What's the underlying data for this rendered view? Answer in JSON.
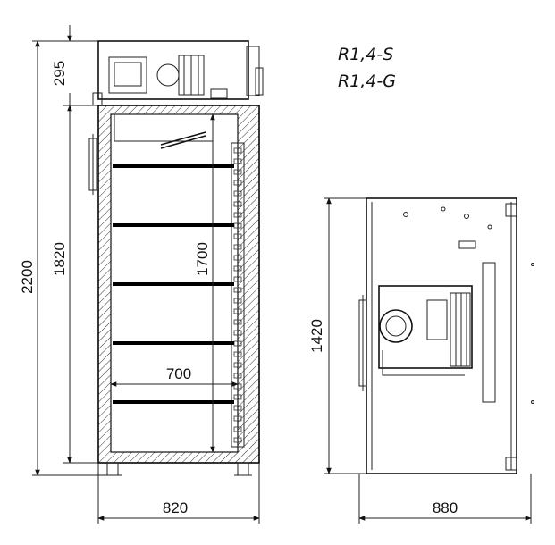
{
  "models": [
    "R1,4-S",
    "R1,4-G"
  ],
  "dimensions": {
    "total_height": "2200",
    "cabinet_height": "1820",
    "top_unit_height": "295",
    "interior_height": "1700",
    "shelf_depth": "700",
    "front_width": "820",
    "top_length": "1420",
    "top_width": "880"
  },
  "colors": {
    "line": "#111111",
    "background": "#ffffff"
  }
}
